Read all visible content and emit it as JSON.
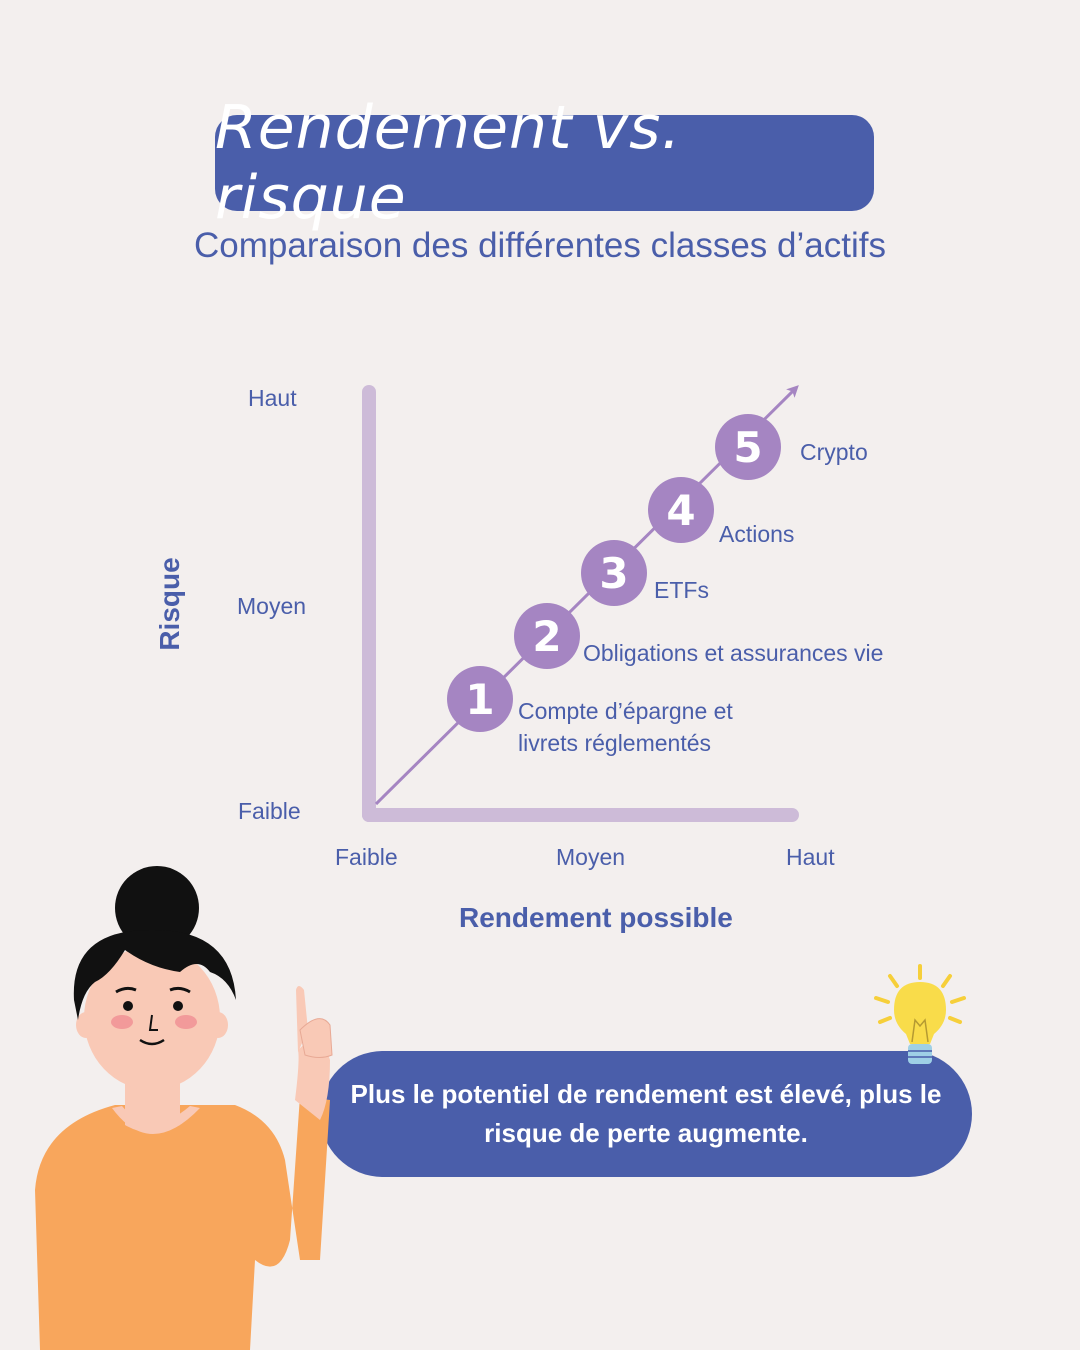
{
  "title": "Rendement vs. risque",
  "subtitle": "Comparaison des différentes classes d’actifs",
  "chart_data": {
    "type": "scatter",
    "xlabel": "Rendement possible",
    "ylabel": "Risque",
    "x_tick_labels": [
      "Faible",
      "Moyen",
      "Haut"
    ],
    "y_tick_labels": [
      "Faible",
      "Moyen",
      "Haut"
    ],
    "points": [
      {
        "number": "1",
        "label_lines": [
          "Compte d’épargne et",
          "livrets réglementés"
        ],
        "rank": 1
      },
      {
        "number": "2",
        "label_lines": [
          "Obligations et assurances vie"
        ],
        "rank": 2
      },
      {
        "number": "3",
        "label_lines": [
          "ETFs"
        ],
        "rank": 3
      },
      {
        "number": "4",
        "label_lines": [
          "Actions"
        ],
        "rank": 4
      },
      {
        "number": "5",
        "label_lines": [
          "Crypto"
        ],
        "rank": 5
      }
    ],
    "colors": {
      "marker": "#a585c2",
      "axis": "#cdbbd8",
      "text": "#4a5eaa"
    }
  },
  "note": "Plus le potentiel de rendement est élevé, plus le risque de perte augmente.",
  "icons": {
    "illustration": "woman-pointing-icon",
    "idea": "lightbulb-icon"
  },
  "colors": {
    "background": "#f3efee",
    "accent": "#4a5eaa"
  }
}
